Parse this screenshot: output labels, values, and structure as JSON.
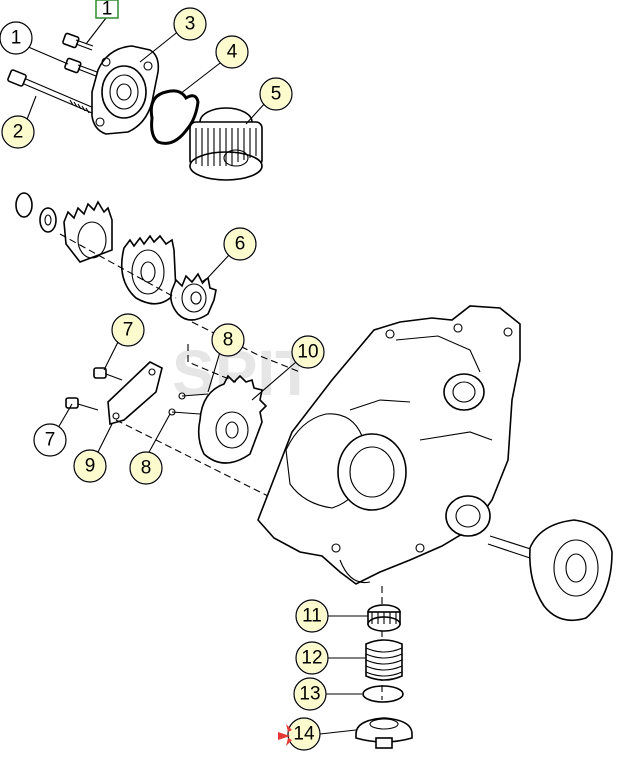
{
  "callouts": [
    {
      "id": "c1-top",
      "label": "1"
    },
    {
      "id": "c1",
      "label": "1"
    },
    {
      "id": "c2",
      "label": "2"
    },
    {
      "id": "c3",
      "label": "3"
    },
    {
      "id": "c4",
      "label": "4"
    },
    {
      "id": "c5",
      "label": "5"
    },
    {
      "id": "c6",
      "label": "6"
    },
    {
      "id": "c7a",
      "label": "7"
    },
    {
      "id": "c7b",
      "label": "7"
    },
    {
      "id": "c8a",
      "label": "8"
    },
    {
      "id": "c8b",
      "label": "8"
    },
    {
      "id": "c9",
      "label": "9"
    },
    {
      "id": "c10",
      "label": "10"
    },
    {
      "id": "c11",
      "label": "11"
    },
    {
      "id": "c12",
      "label": "12"
    },
    {
      "id": "c13",
      "label": "13"
    },
    {
      "id": "c14",
      "label": "14"
    }
  ],
  "colors": {
    "line": "#000000",
    "highlight": "#f7f7a6",
    "top_box": "#2e8b2e",
    "marker": "#e53935"
  },
  "watermark": "SPIT"
}
